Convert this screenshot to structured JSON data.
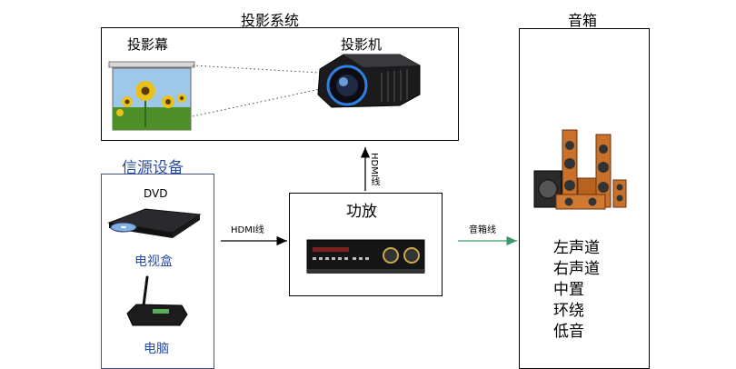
{
  "projection_system": {
    "title": "投影系统",
    "screen_label": "投影幕",
    "projector_label": "投影机"
  },
  "speakers": {
    "title": "音箱",
    "channels": [
      "左声道",
      "右声道",
      "中置",
      "环绕",
      "低音"
    ]
  },
  "source": {
    "title": "信源设备",
    "devices": [
      "DVD",
      "电视盒",
      "电脑"
    ]
  },
  "amplifier": {
    "title": "功放"
  },
  "connections": {
    "source_to_amp": "HDMI线",
    "amp_to_projector": "HDMI线",
    "amp_to_speakers": "音箱线"
  },
  "colors": {
    "source_border": "#3f4f9a",
    "source_text": "#2a4fa0",
    "speaker_arrow": "#3a9a6a",
    "projector_ring": "#2e7fe0",
    "wood": "#c9702a"
  }
}
